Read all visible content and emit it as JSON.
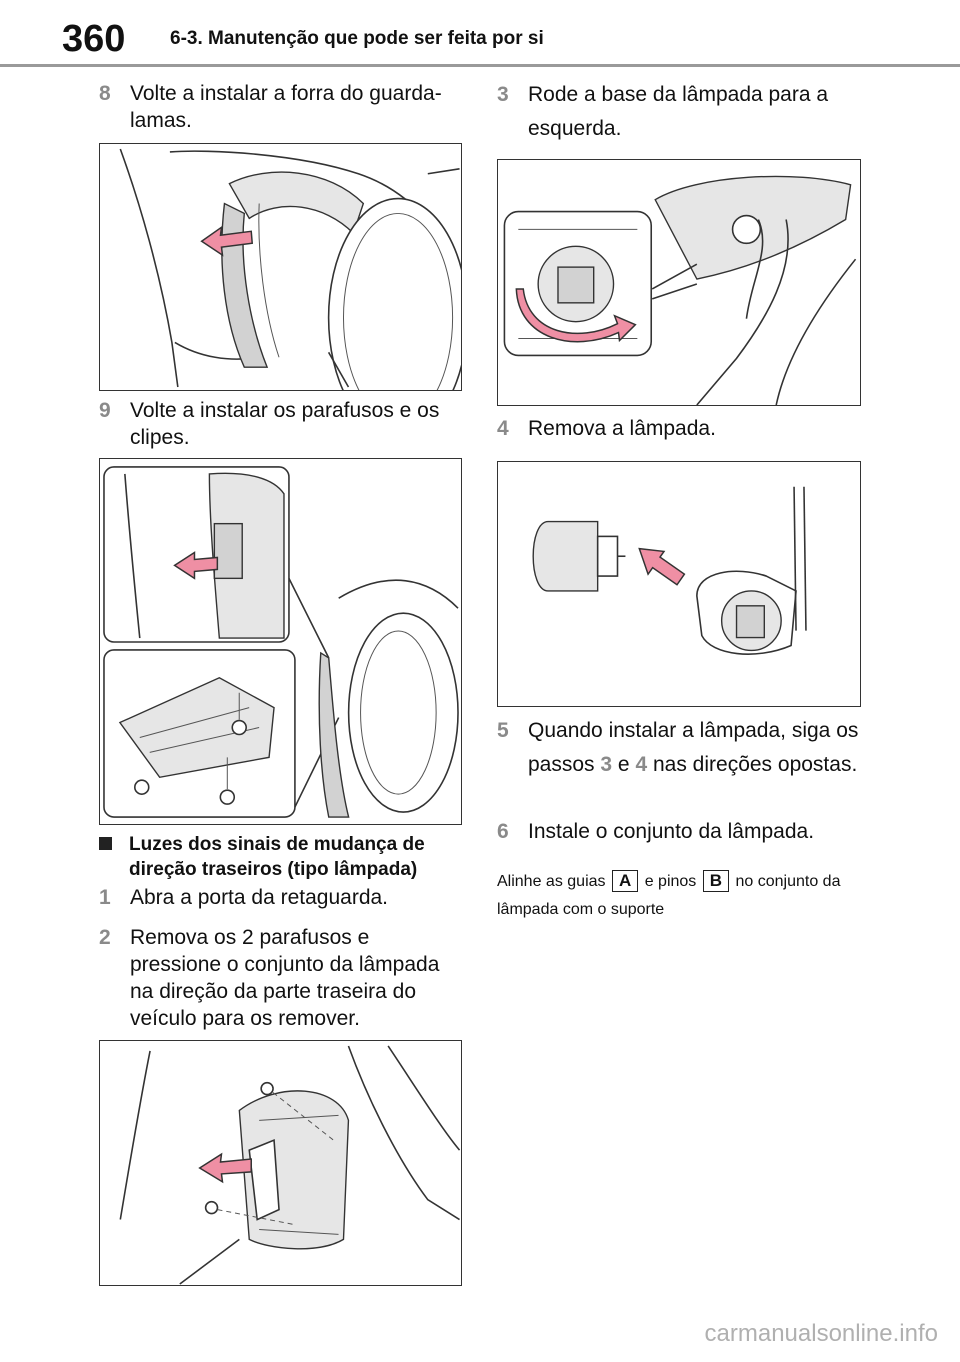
{
  "header": {
    "page_number": "360",
    "section_title": "6-3. Manutenção que pode ser feita por si"
  },
  "left_column": {
    "step8": {
      "num": "8",
      "text": "Volte a instalar a forra do guarda-lamas."
    },
    "step9": {
      "num": "9",
      "text": "Volte a instalar os parafusos e os clipes."
    },
    "heading": "Luzes dos sinais de mudança de direção traseiros (tipo lâmpada)",
    "step1": {
      "num": "1",
      "text": "Abra a porta da retaguarda."
    },
    "step2": {
      "num": "2",
      "text": "Remova os 2 parafusos e pressione o conjunto da lâmpada na direção da parte traseira do veículo para os remover."
    }
  },
  "right_column": {
    "step3": {
      "num": "3",
      "text": "Rode a base da lâmpada para a esquerda."
    },
    "step4": {
      "num": "4",
      "text": "Remova a lâmpada."
    },
    "step5": {
      "num": "5",
      "text_before": "Quando instalar a lâmpada, siga os passos",
      "ref_a": "3",
      "conj": "e",
      "ref_b": "4",
      "text_after": "nas direções opostas."
    },
    "step6": {
      "num": "6",
      "text": "Instale o conjunto da lâmpada."
    },
    "note": {
      "part1": "Alinhe as guias",
      "label_a": "A",
      "part2": "e pinos",
      "label_b": "B",
      "part3": "no conjunto da lâmpada com o suporte"
    }
  },
  "colors": {
    "arrow_pink": "#ef8fa4",
    "step_number_gray": "#8a8a8a",
    "header_rule": "#9a9a9a"
  },
  "watermark": "carmanualsonline.info"
}
